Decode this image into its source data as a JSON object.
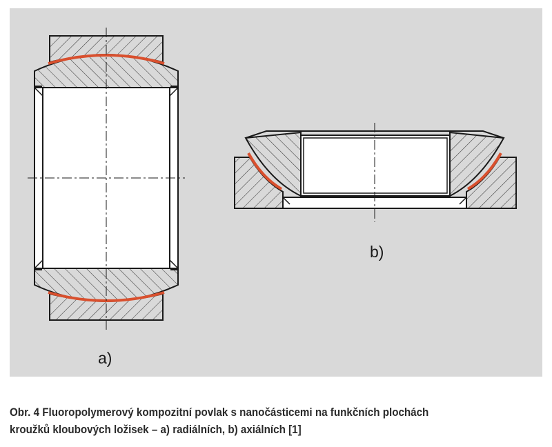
{
  "figure": {
    "label_a": "a)",
    "label_b": "b)",
    "colors": {
      "background": "#d9d9d9",
      "coating": "#d9502e",
      "outline": "#1a1a1a",
      "hatch": "#3a3a3a"
    }
  },
  "caption": {
    "line1": "Obr. 4 Fluoropolymerový kompozitní povlak s nanočásticemi na funkčních plochách",
    "line2": "kroužků kloubových ložisek – a) radiálních, b) axiálních [1]"
  }
}
